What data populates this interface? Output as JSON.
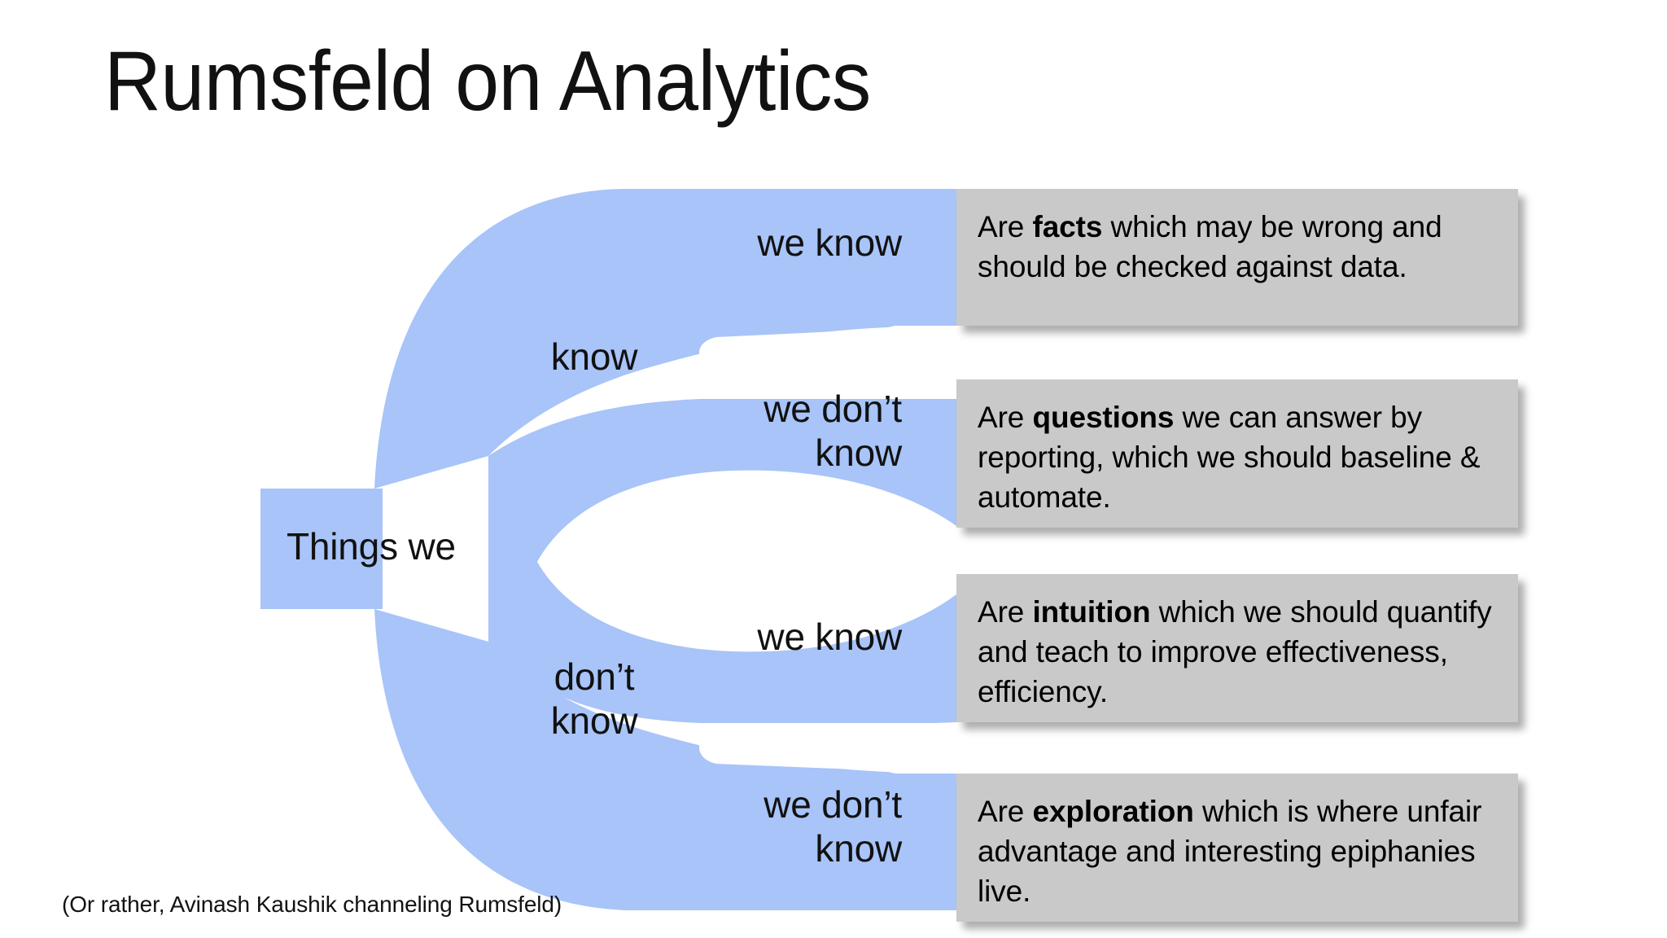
{
  "slide": {
    "title": "Rumsfeld on Analytics",
    "footnote": "(Or rather, Avinash Kaushik channeling Rumsfeld)",
    "background_color": "#ffffff"
  },
  "colors": {
    "flow_blue": "#a8c4f8",
    "box_gray": "#c9c9c9",
    "text_black": "#000000"
  },
  "flow": {
    "root_label": "Things we",
    "branches": [
      {
        "id": "know",
        "label": "know"
      },
      {
        "id": "dont-know",
        "label": "don’t\nknow"
      }
    ],
    "leaves": [
      {
        "id": "know-we-know",
        "label": "we know"
      },
      {
        "id": "know-we-dont-know",
        "label": "we don’t\nknow"
      },
      {
        "id": "dont-know-we-know",
        "label": "we know"
      },
      {
        "id": "dont-know-we-dont-know",
        "label": "we don’t\nknow"
      }
    ]
  },
  "descriptions": [
    {
      "id": "facts",
      "lead": "Are ",
      "keyword": "facts",
      "rest": " which may be wrong and should be checked against data.",
      "full_text": "Are facts which may be wrong and should be checked against data."
    },
    {
      "id": "questions",
      "lead": "Are ",
      "keyword": "questions",
      "rest": " we can answer by reporting, which we should baseline & automate.",
      "full_text": "Are questions we can answer by reporting, which we should baseline & automate."
    },
    {
      "id": "intuition",
      "lead": "Are ",
      "keyword": "intuition",
      "rest": " which we should quantify and teach to improve effectiveness, efficiency.",
      "full_text": "Are intuition which we should quantify and teach to improve effectiveness, efficiency."
    },
    {
      "id": "exploration",
      "lead": "Are ",
      "keyword": "exploration",
      "rest": " which is where unfair advantage and interesting epiphanies live.",
      "full_text": "Are exploration which is where unfair advantage and interesting epiphanies live."
    }
  ]
}
